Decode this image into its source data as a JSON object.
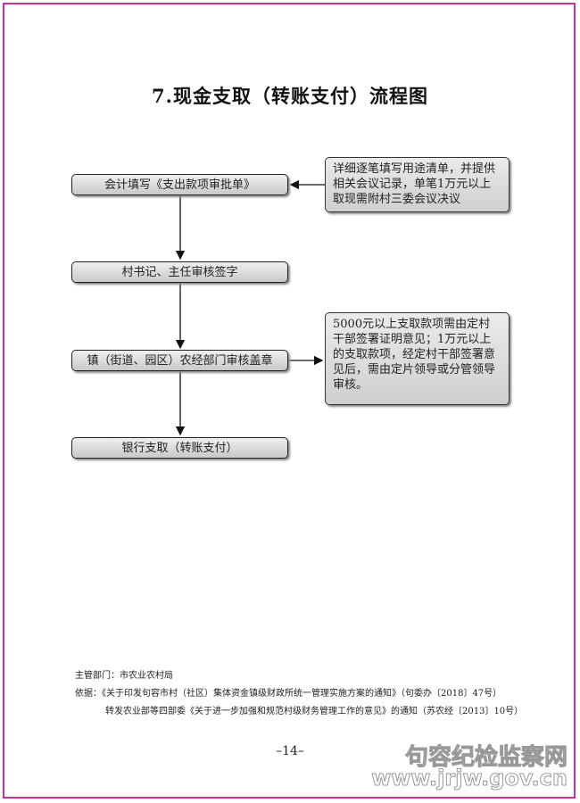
{
  "title": "7.现金支取（转账支付）流程图",
  "steps": [
    "会计填写《支出款项审批单》",
    "村书记、主任审核签字",
    "镇（街道、园区）农经部门审核盖章",
    "银行支取（转账支付）"
  ],
  "notes": [
    "详细逐笔填写用途清单，并提供相关会议记录，单笔1万元以上取现需附村三委会议决议",
    "5000元以上支取款项需由定村干部签署证明意见；1万元以上的支取款项，经定村干部签署意见后，需由定片领导或分管领导审核。"
  ],
  "footer": {
    "dept": "主管部门：市农业农村局",
    "basis1": "依据：《关于印发句容市村（社区）集体资金镇级财政所统一管理实施方案的通知》（句委办〔2018〕47号）",
    "basis2": "转发农业部等四部委《关于进一步加强和规范村级财务管理工作的意见》的通知（苏农经〔2013〕10号）"
  },
  "page_number": "–14–",
  "watermark": {
    "line1": "句容纪检监察网",
    "line2": "www.jrjw.gov.cn"
  }
}
